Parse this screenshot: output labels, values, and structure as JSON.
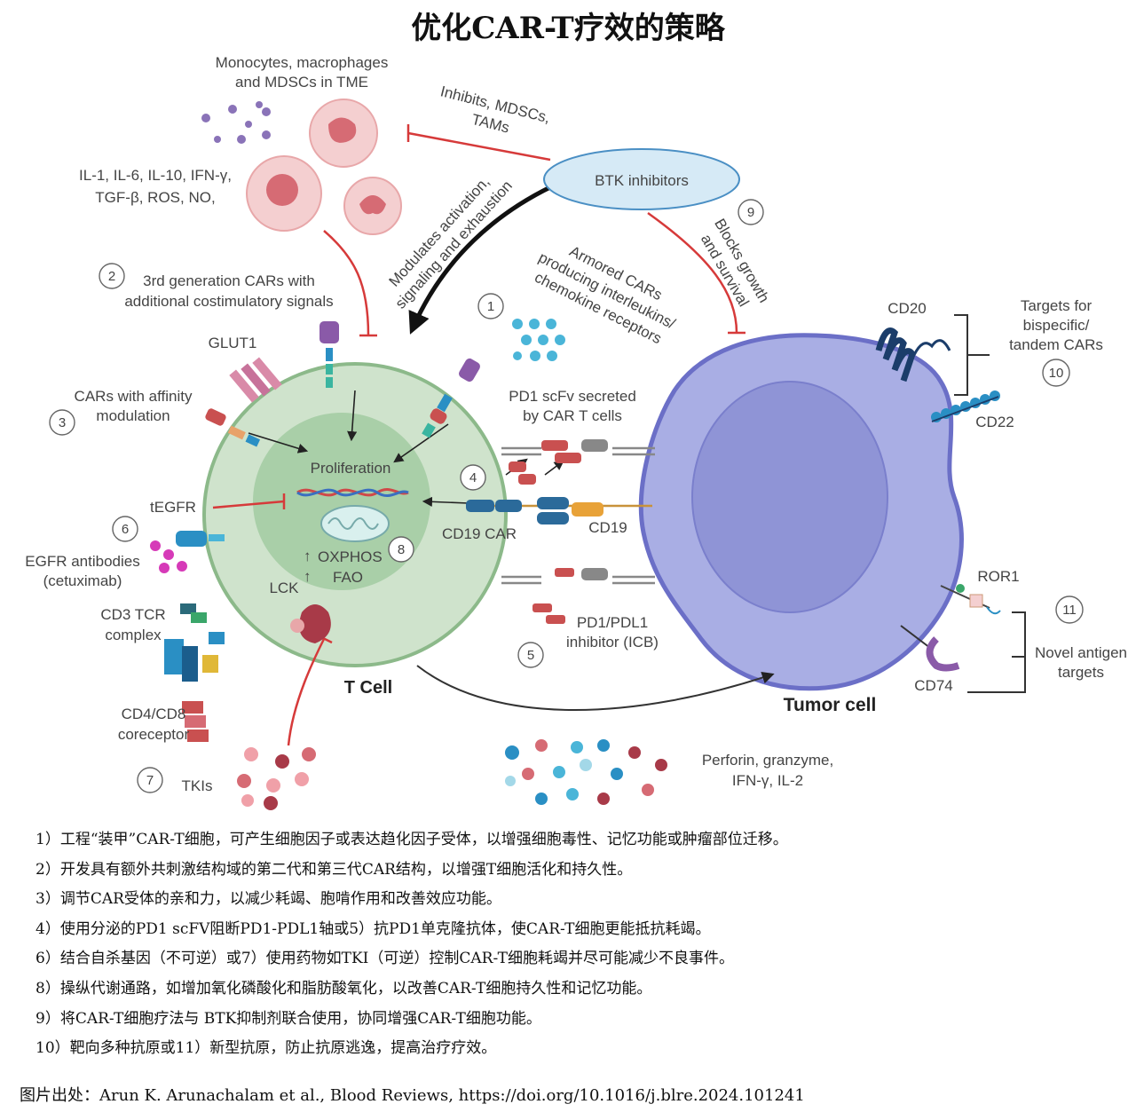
{
  "title": "优化CAR-T疗效的策略",
  "diagram": {
    "labels": {
      "monocytes": [
        "Monocytes, macrophages",
        "and MDSCs in TME"
      ],
      "cytokines": [
        "IL-1, IL-6, IL-10, IFN-γ,",
        "TGF-β,  ROS, NO,"
      ],
      "inhibits": [
        "Inhibits, MDSCs,",
        "TAMs"
      ],
      "btk": "BTK inhibitors",
      "modulates": [
        "Modulates activation,",
        "signaling and exhaustion"
      ],
      "blocks": [
        "Blocks growth",
        "and survival"
      ],
      "armored": [
        "Armored CARs",
        "producing interleukins/",
        "chemokine receptors"
      ],
      "third_gen": [
        "3rd generation CARs with",
        "additional costimulatory signals"
      ],
      "glut1": "GLUT1",
      "affinity": [
        "CARs with affinity",
        "modulation"
      ],
      "proliferation": "Proliferation",
      "pd1_scfv": [
        "PD1 scFv secreted",
        "by CAR T cells"
      ],
      "tegfr": "tEGFR",
      "egfr_ab": [
        "EGFR antibodies",
        "(cetuximab)"
      ],
      "cd19car": "CD19 CAR",
      "cd19": "CD19",
      "oxphos": "OXPHOS",
      "fao": "FAO",
      "lck": "LCK",
      "cd3": [
        "CD3 TCR",
        "complex"
      ],
      "pd1_pdl1": [
        "PD1/PDL1",
        "inhibitor (ICB)"
      ],
      "tcell": "T Cell",
      "tumor": "Tumor cell",
      "cd4cd8": [
        "CD4/CD8",
        "coreceptor"
      ],
      "tkis": "TKIs",
      "perforin": [
        "Perforin, granzyme,",
        "IFN-γ, IL-2"
      ],
      "cd20": "CD20",
      "cd22": "CD22",
      "targets": [
        "Targets for",
        "bispecific/",
        "tandem CARs"
      ],
      "ror1": "ROR1",
      "cd74": "CD74",
      "novel": [
        "Novel antigen",
        "targets"
      ]
    },
    "numbers": [
      "1",
      "2",
      "3",
      "4",
      "5",
      "6",
      "7",
      "8",
      "9",
      "10",
      "11"
    ]
  },
  "notes": [
    "1）工程“装甲”CAR-T细胞，可产生细胞因子或表达趋化因子受体，以增强细胞毒性、记忆功能或肿瘤部位迁移。",
    "2）开发具有额外共刺激结构域的第二代和第三代CAR结构，以增强T细胞活化和持久性。",
    "3）调节CAR受体的亲和力，以减少耗竭、胞啃作用和改善效应功能。",
    "4）使用分泌的PD1 scFV阻断PD1-PDL1轴或5）抗PD1单克隆抗体，使CAR-T细胞更能抵抗耗竭。",
    "6）结合自杀基因（不可逆）或7）使用药物如TKI（可逆）控制CAR-T细胞耗竭并尽可能减少不良事件。",
    "8）操纵代谢通路，如增加氧化磷酸化和脂肪酸氧化，以改善CAR-T细胞持久性和记忆功能。",
    "9）将CAR-T细胞疗法与 BTK抑制剂联合使用，协同增强CAR-T细胞功能。",
    "10）靶向多种抗原或11）新型抗原，防止抗原逃逸，提高治疗疗效。"
  ],
  "citation": "图片出处：Arun K. Arunachalam et al., Blood Reviews, https://doi.org/10.1016/j.blre.2024.101241",
  "colors": {
    "tcell_fill": "#cfe3cc",
    "tcell_inner": "#a9cfa8",
    "tcell_stroke": "#8cb98a",
    "tumor_fill": "#a9aee4",
    "tumor_nucleus": "#8f94d6",
    "tumor_stroke": "#6b6fc7",
    "btk_fill": "#d6eaf6",
    "inhibit_red": "#d63a3a"
  }
}
